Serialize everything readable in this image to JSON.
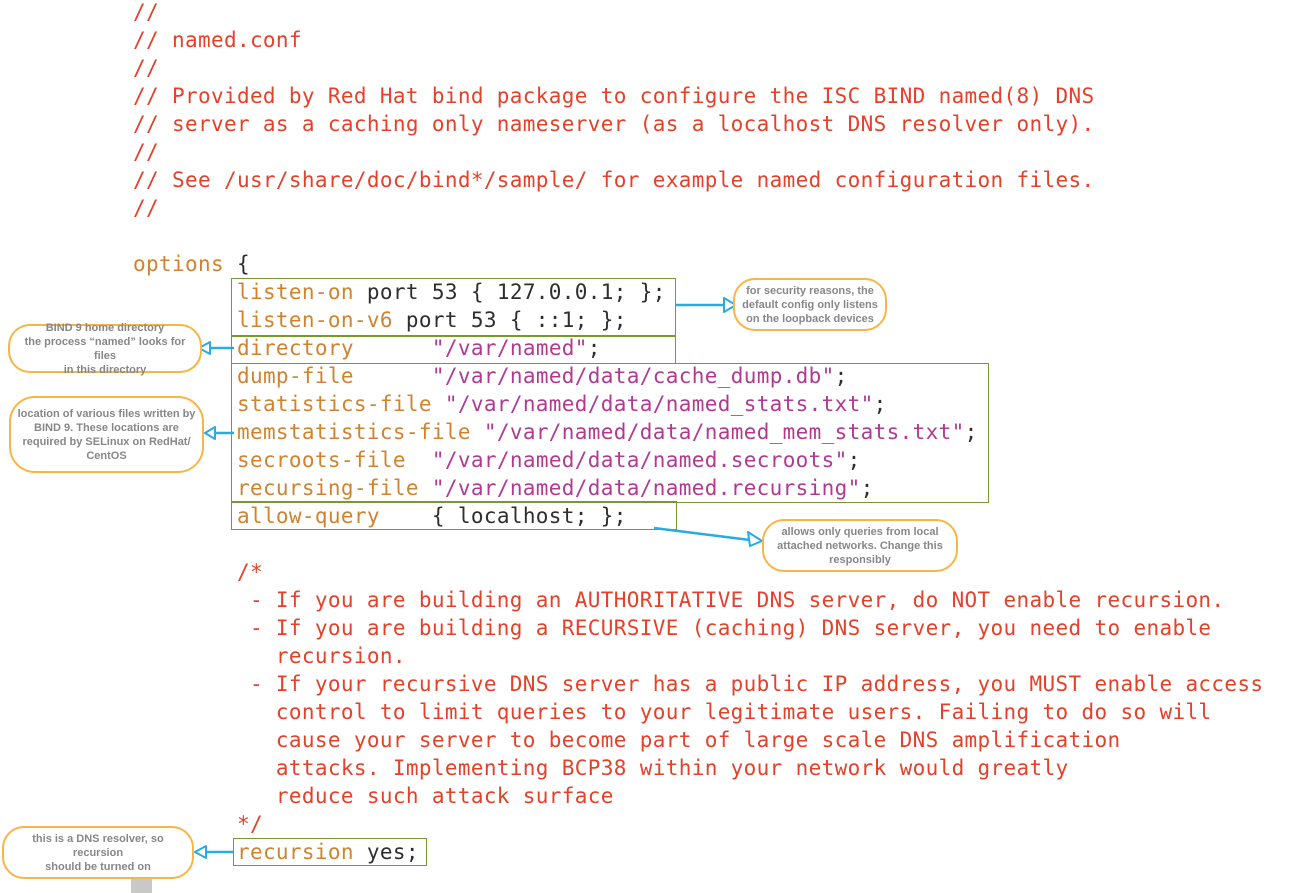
{
  "palette": {
    "comment_red": "#e5402a",
    "keyword_orange": "#d0832e",
    "string_magenta": "#b13a90",
    "plain_black": "#2e2e2e",
    "highlight_box_green": "#78992e",
    "arrow_blue": "#29abe2",
    "callout_border_orange": "#f6b545",
    "callout_text_gray": "#878787"
  },
  "code": {
    "lines": [
      {
        "segments": [
          {
            "color": "comment",
            "text": "//"
          }
        ]
      },
      {
        "segments": [
          {
            "color": "comment",
            "text": "// named.conf"
          }
        ]
      },
      {
        "segments": [
          {
            "color": "comment",
            "text": "//"
          }
        ]
      },
      {
        "segments": [
          {
            "color": "comment",
            "text": "// Provided by Red Hat bind package to configure the ISC BIND named(8) DNS"
          }
        ]
      },
      {
        "segments": [
          {
            "color": "comment",
            "text": "// server as a caching only nameserver (as a localhost DNS resolver only)."
          }
        ]
      },
      {
        "segments": [
          {
            "color": "comment",
            "text": "//"
          }
        ]
      },
      {
        "segments": [
          {
            "color": "comment",
            "text": "// See /usr/share/doc/bind*/sample/ for example named configuration files."
          }
        ]
      },
      {
        "segments": [
          {
            "color": "comment",
            "text": "//"
          }
        ]
      },
      {
        "segments": []
      },
      {
        "segments": [
          {
            "color": "keyword",
            "text": "options"
          },
          {
            "color": "plain",
            "text": " {"
          }
        ]
      },
      {
        "segments": [
          {
            "color": "plain",
            "text": "        "
          },
          {
            "color": "keyword",
            "text": "listen-on"
          },
          {
            "color": "plain",
            "text": " port 53 { 127.0.0.1; };"
          }
        ]
      },
      {
        "segments": [
          {
            "color": "plain",
            "text": "        "
          },
          {
            "color": "keyword",
            "text": "listen-on-v6"
          },
          {
            "color": "plain",
            "text": " port 53 { ::1; };"
          }
        ]
      },
      {
        "segments": [
          {
            "color": "plain",
            "text": "        "
          },
          {
            "color": "keyword",
            "text": "directory"
          },
          {
            "color": "plain",
            "text": "      "
          },
          {
            "color": "string",
            "text": "\"/var/named\""
          },
          {
            "color": "plain",
            "text": ";"
          }
        ]
      },
      {
        "segments": [
          {
            "color": "plain",
            "text": "        "
          },
          {
            "color": "keyword",
            "text": "dump-file"
          },
          {
            "color": "plain",
            "text": "      "
          },
          {
            "color": "string",
            "text": "\"/var/named/data/cache_dump.db\""
          },
          {
            "color": "plain",
            "text": ";"
          }
        ]
      },
      {
        "segments": [
          {
            "color": "plain",
            "text": "        "
          },
          {
            "color": "keyword",
            "text": "statistics-file"
          },
          {
            "color": "plain",
            "text": " "
          },
          {
            "color": "string",
            "text": "\"/var/named/data/named_stats.txt\""
          },
          {
            "color": "plain",
            "text": ";"
          }
        ]
      },
      {
        "segments": [
          {
            "color": "plain",
            "text": "        "
          },
          {
            "color": "keyword",
            "text": "memstatistics-file"
          },
          {
            "color": "plain",
            "text": " "
          },
          {
            "color": "string",
            "text": "\"/var/named/data/named_mem_stats.txt\""
          },
          {
            "color": "plain",
            "text": ";"
          }
        ]
      },
      {
        "segments": [
          {
            "color": "plain",
            "text": "        "
          },
          {
            "color": "keyword",
            "text": "secroots-file"
          },
          {
            "color": "plain",
            "text": "  "
          },
          {
            "color": "string",
            "text": "\"/var/named/data/named.secroots\""
          },
          {
            "color": "plain",
            "text": ";"
          }
        ]
      },
      {
        "segments": [
          {
            "color": "plain",
            "text": "        "
          },
          {
            "color": "keyword",
            "text": "recursing-file"
          },
          {
            "color": "plain",
            "text": " "
          },
          {
            "color": "string",
            "text": "\"/var/named/data/named.recursing\""
          },
          {
            "color": "plain",
            "text": ";"
          }
        ]
      },
      {
        "segments": [
          {
            "color": "plain",
            "text": "        "
          },
          {
            "color": "keyword",
            "text": "allow-query"
          },
          {
            "color": "plain",
            "text": "    { localhost; };"
          }
        ]
      },
      {
        "segments": []
      },
      {
        "segments": [
          {
            "color": "comment",
            "text": "        /*"
          }
        ]
      },
      {
        "segments": [
          {
            "color": "comment",
            "text": "         - If you are building an AUTHORITATIVE DNS server, do NOT enable recursion."
          }
        ]
      },
      {
        "segments": [
          {
            "color": "comment",
            "text": "         - If you are building a RECURSIVE (caching) DNS server, you need to enable"
          }
        ]
      },
      {
        "segments": [
          {
            "color": "comment",
            "text": "           recursion."
          }
        ]
      },
      {
        "segments": [
          {
            "color": "comment",
            "text": "         - If your recursive DNS server has a public IP address, you MUST enable access"
          }
        ]
      },
      {
        "segments": [
          {
            "color": "comment",
            "text": "           control to limit queries to your legitimate users. Failing to do so will"
          }
        ]
      },
      {
        "segments": [
          {
            "color": "comment",
            "text": "           cause your server to become part of large scale DNS amplification"
          }
        ]
      },
      {
        "segments": [
          {
            "color": "comment",
            "text": "           attacks. Implementing BCP38 within your network would greatly"
          }
        ]
      },
      {
        "segments": [
          {
            "color": "comment",
            "text": "           reduce such attack surface"
          }
        ]
      },
      {
        "segments": [
          {
            "color": "comment",
            "text": "        */"
          }
        ]
      },
      {
        "segments": [
          {
            "color": "plain",
            "text": "        "
          },
          {
            "color": "keyword",
            "text": "recursion"
          },
          {
            "color": "plain",
            "text": " yes;"
          }
        ]
      }
    ]
  },
  "callouts": [
    {
      "id": "security",
      "text": "for security reasons, the\ndefault config only listens\non the loopback devices"
    },
    {
      "id": "home-directory",
      "text": "BIND 9 home directory\nthe process “named” looks for files\nin this directory"
    },
    {
      "id": "selinux-locations",
      "text": "location of various files written by\nBIND 9. These locations are\nrequired by SELinux on RedHat/\nCentOS"
    },
    {
      "id": "allow-query",
      "text": "allows only queries from local\nattached networks. Change this\nresponsibly"
    },
    {
      "id": "recursion",
      "text": "this is a DNS resolver, so recursion\nshould be turned on"
    }
  ]
}
